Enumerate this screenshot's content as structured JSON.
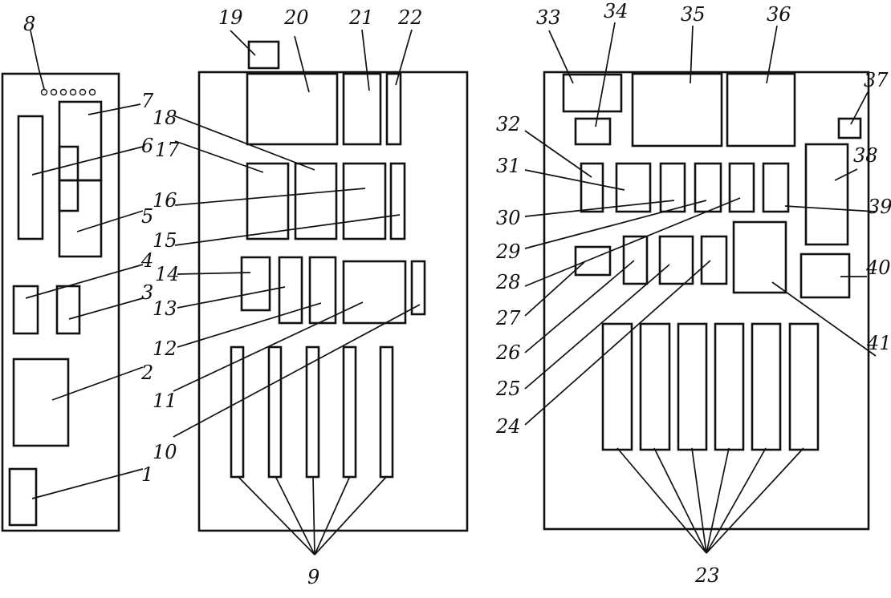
{
  "figure": {
    "labels": [
      "1",
      "2",
      "3",
      "4",
      "5",
      "6",
      "7",
      "8",
      "9",
      "10",
      "11",
      "12",
      "13",
      "14",
      "15",
      "16",
      "17",
      "18",
      "19",
      "20",
      "21",
      "22",
      "23",
      "24",
      "25",
      "26",
      "27",
      "28",
      "29",
      "30",
      "31",
      "32",
      "33",
      "34",
      "35",
      "36",
      "37",
      "38",
      "39",
      "40",
      "41"
    ]
  }
}
